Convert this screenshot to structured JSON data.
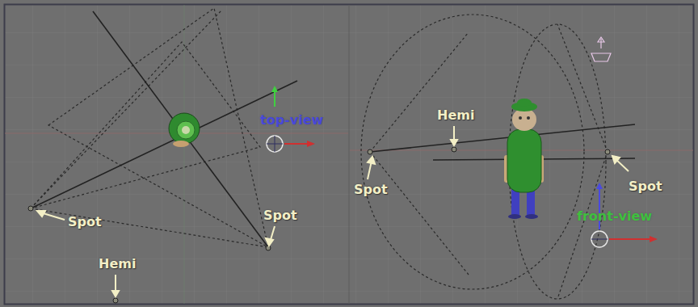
{
  "diagram": {
    "labels": [
      "top-view",
      "Spot",
      "Spot",
      "Hemi",
      "Hemi",
      "Spot",
      "Spot",
      "front-view"
    ]
  }
}
